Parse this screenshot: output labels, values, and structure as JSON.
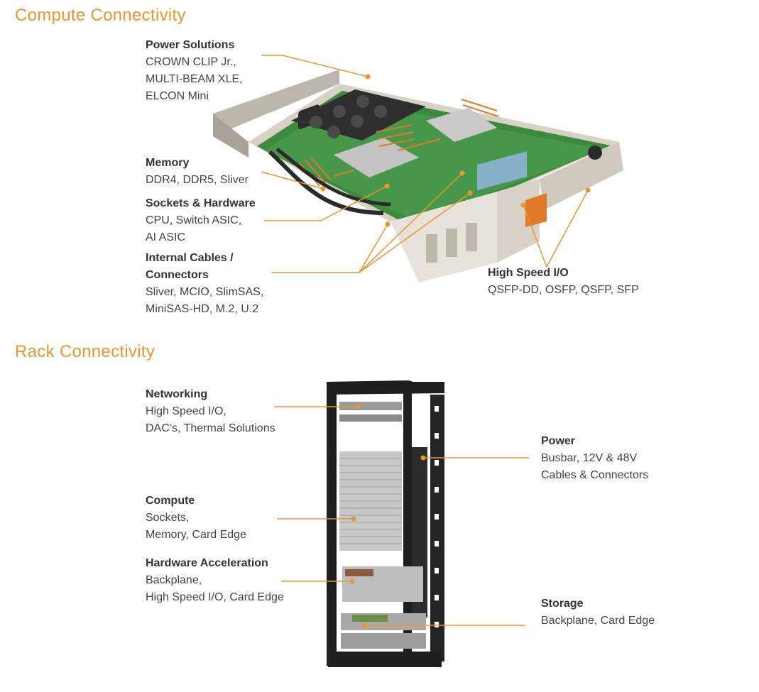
{
  "colors": {
    "accent": "#e8962e",
    "text": "#333333",
    "pcb": "#3d8a3f",
    "chassis": "#c9c3b8",
    "rack": "#1e1e1e"
  },
  "compute": {
    "title": "Compute Connectivity",
    "callouts": {
      "power": {
        "title": "Power Solutions",
        "lines": [
          "CROWN CLIP Jr.,",
          "MULTI-BEAM XLE,",
          "ELCON Mini"
        ]
      },
      "memory": {
        "title": "Memory",
        "lines": [
          "DDR4, DDR5, Sliver"
        ]
      },
      "sockets": {
        "title": "Sockets & Hardware",
        "lines": [
          "CPU, Switch ASIC,",
          "AI ASIC"
        ]
      },
      "cables": {
        "title": "Internal Cables /",
        "title2": "Connectors",
        "lines": [
          "Sliver, MCIO, SlimSAS,",
          "MiniSAS-HD, M.2, U.2"
        ]
      },
      "hsio": {
        "title": "High Speed I/O",
        "lines": [
          "QSFP-DD, OSFP, QSFP, SFP"
        ]
      }
    }
  },
  "rack": {
    "title": "Rack Connectivity",
    "callouts": {
      "networking": {
        "title": "Networking",
        "lines": [
          "High Speed I/O,",
          "DAC’s, Thermal Solutions"
        ]
      },
      "power": {
        "title": "Power",
        "lines": [
          "Busbar, 12V & 48V",
          "Cables & Connectors"
        ]
      },
      "compute": {
        "title": "Compute",
        "lines": [
          "Sockets,",
          "Memory, Card Edge"
        ]
      },
      "acceleration": {
        "title": "Hardware Acceleration",
        "lines": [
          "Backplane,",
          "High Speed I/O, Card Edge"
        ]
      },
      "storage": {
        "title": "Storage",
        "lines": [
          "Backplane, Card Edge"
        ]
      }
    }
  }
}
